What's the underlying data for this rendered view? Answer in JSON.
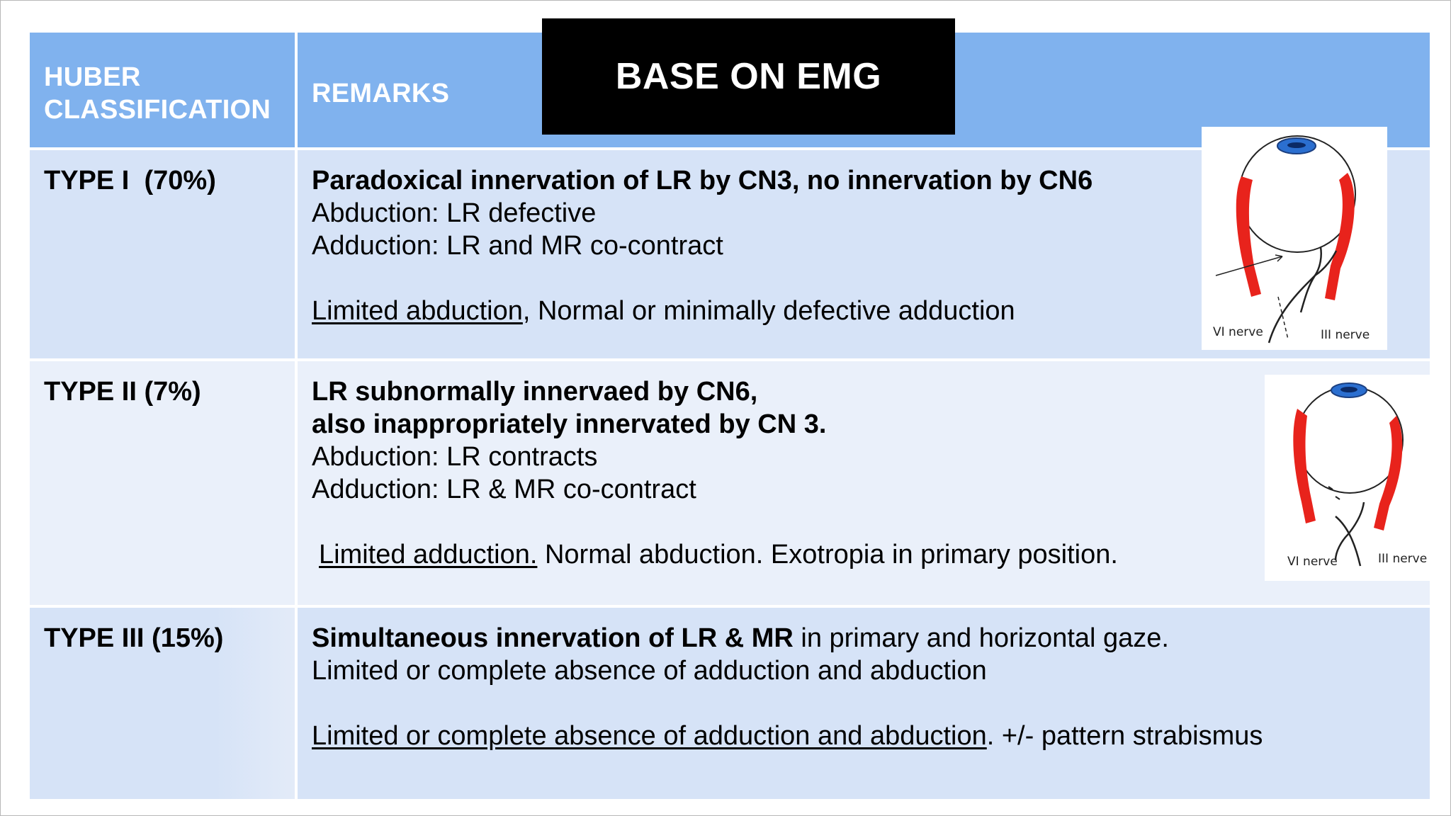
{
  "slide": {
    "banner": "BASE ON EMG",
    "header": {
      "col1": "HUBER CLASSIFICATION",
      "col2": "REMARKS"
    },
    "rows": [
      {
        "type": "TYPE I  (70%)",
        "bold_line": "Paradoxical innervation of LR by CN3, no innervation by CN6",
        "lines": [
          "Abduction: LR defective",
          "Adduction: LR and MR co-contract"
        ],
        "summary_underlined": "Limited abduction",
        "summary_rest": ", Normal or minimally defective adduction"
      },
      {
        "type": "TYPE II (7%)",
        "bold_lines": [
          "LR subnormally innervaed by CN6,",
          "also inappropriately innervated by CN 3."
        ],
        "lines": [
          "Abduction: LR contracts",
          "Adduction: LR & MR co-contract"
        ],
        "summary_underlined": "Limited adduction.",
        "summary_rest": " Normal abduction. Exotropia in primary position."
      },
      {
        "type": "TYPE III (15%)",
        "bold_part": "Simultaneous innervation of LR & MR",
        "normal_part": " in primary and horizontal gaze.",
        "lines": [
          "Limited or complete absence of adduction and abduction"
        ],
        "summary_underlined": "Limited or complete absence of adduction and abduction",
        "summary_rest": ". +/- pattern strabismus"
      }
    ],
    "figures": [
      {
        "left_label": "VI nerve",
        "right_label": "III nerve",
        "icon": "eye-muscle-diagram"
      },
      {
        "left_label": "VI nerve",
        "right_label": "III nerve",
        "icon": "eye-muscle-diagram"
      }
    ],
    "colors": {
      "header_bg": "#80b2ee",
      "row_dark": "#d6e3f7",
      "row_light": "#eaf0fa",
      "muscle_red": "#e8231c",
      "cornea_blue": "#2b6fd0"
    }
  }
}
